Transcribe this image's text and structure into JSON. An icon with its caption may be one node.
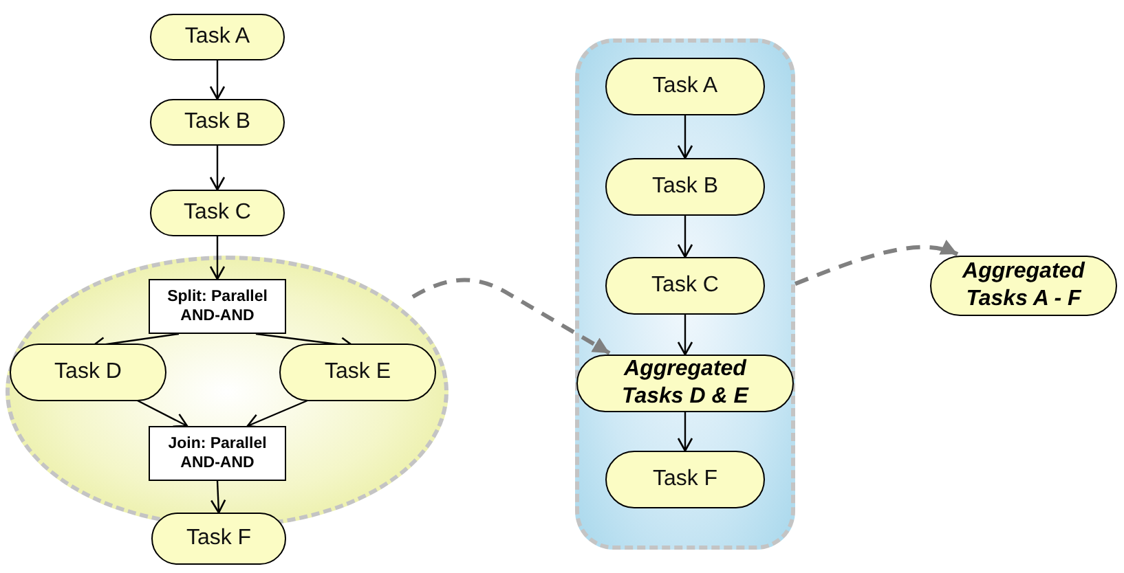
{
  "diagram": {
    "nodes": [
      {
        "text": [
          "Task A"
        ]
      },
      {
        "text": [
          "Task B"
        ]
      },
      {
        "text": [
          "Task C"
        ]
      },
      {
        "text": [],
        "shape": "ellipse"
      },
      {
        "text": [
          "Split: Parallel AND-AND"
        ],
        "in": 3
      },
      {
        "text": [
          "Task D"
        ],
        "in": 3
      },
      {
        "text": [
          "Task E"
        ],
        "in": 3
      },
      {
        "text": [
          "Join: Parallel AND-AND"
        ],
        "in": 3
      },
      {
        "text": [
          "Task F"
        ]
      },
      {
        "text": [],
        "shape": "band"
      },
      {
        "text": [
          "Task A"
        ],
        "in": 9
      },
      {
        "text": [
          "Task B"
        ],
        "in": 9
      },
      {
        "text": [
          "Task C"
        ],
        "in": 9
      },
      {
        "text": [
          "Aggregated Tasks D & E"
        ],
        "in": 9
      },
      {
        "text": [
          "Task F"
        ],
        "in": 9
      },
      {
        "text": [
          "Aggregated Tasks A - F"
        ]
      }
    ],
    "edges": [
      {
        "from": 0,
        "to": 1,
        "arrow": "to"
      },
      {
        "from": 1,
        "to": 2,
        "arrow": "to"
      },
      {
        "from": 2,
        "to": 4,
        "arrow": "to"
      },
      {
        "from": 4,
        "to": 5,
        "arrow": "to"
      },
      {
        "from": 4,
        "to": 6,
        "arrow": "to"
      },
      {
        "from": 5,
        "to": 7,
        "arrow": "to"
      },
      {
        "from": 6,
        "to": 7,
        "arrow": "to"
      },
      {
        "from": 7,
        "to": 8,
        "arrow": "to"
      },
      {
        "from": 3,
        "to": 13,
        "arrow": "to",
        "style": "dashed",
        "color": "#808080"
      },
      {
        "from": 10,
        "to": 11,
        "arrow": "to"
      },
      {
        "from": 11,
        "to": 12,
        "arrow": "to"
      },
      {
        "from": 12,
        "to": 13,
        "arrow": "to"
      },
      {
        "from": 13,
        "to": 14,
        "arrow": "to"
      },
      {
        "from": 9,
        "to": 15,
        "arrow": "to",
        "style": "dashed",
        "color": "#808080"
      }
    ]
  }
}
